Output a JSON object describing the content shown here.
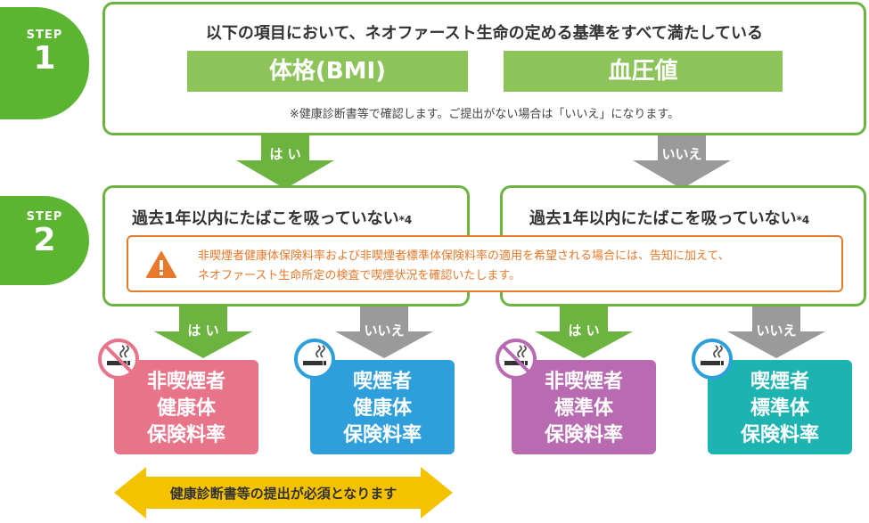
{
  "step1": {
    "label": "STEP",
    "number": "1",
    "heading": "以下の項目において、ネオファースト生命の定める基準をすべて満たしている",
    "chips": [
      "体格(BMI)",
      "血圧値"
    ],
    "note": "※健康診断書等で確認します。ご提出がない場合は「いいえ」になります。"
  },
  "step2": {
    "label": "STEP",
    "number": "2",
    "question_left": "過去1年以内にたばこを吸っていない",
    "question_right": "過去1年以内にたばこを吸っていない",
    "footnote": "*4",
    "warning_line1": "非喫煙者健康体保険料率および非喫煙者標準体保険料率の適用を希望される場合には、告知に加えて、",
    "warning_line2": "ネオファースト生命所定の検査で喫煙状況を確認いたします。"
  },
  "answers": {
    "yes": "は い",
    "no": "いいえ"
  },
  "results": [
    {
      "line1": "非喫煙者",
      "line2": "健康体",
      "line3": "保険料率",
      "color": "#e8748a"
    },
    {
      "line1": "喫煙者",
      "line2": "健康体",
      "line3": "保険料率",
      "color": "#2f9fdc"
    },
    {
      "line1": "非喫煙者",
      "line2": "標準体",
      "line3": "保険料率",
      "color": "#b86bb0"
    },
    {
      "line1": "喫煙者",
      "line2": "標準体",
      "line3": "保険料率",
      "color": "#1db3b0"
    }
  ],
  "bottom_banner": "健康診断書等の提出が必須となります",
  "colors": {
    "green": "#6cb43f",
    "gray": "#9a9a9a",
    "orange": "#e8792a",
    "yellow": "#f5c200"
  }
}
